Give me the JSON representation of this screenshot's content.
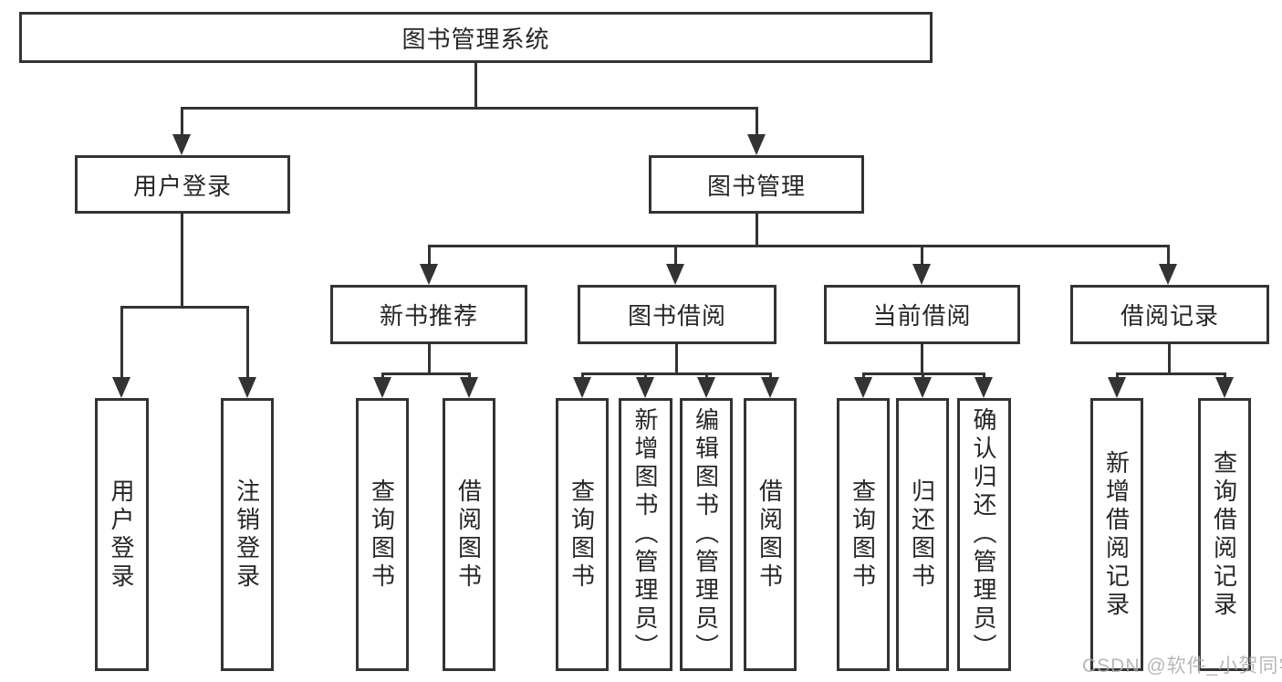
{
  "diagram": {
    "root": "图书管理系统",
    "user_login": "用户登录",
    "book_management": "图书管理",
    "login_children": [
      "用户登录",
      "注销登录"
    ],
    "management_children": [
      "新书推荐",
      "图书借阅",
      "当前借阅",
      "借阅记录"
    ],
    "new_book_children": [
      "查询图书",
      "借阅图书"
    ],
    "book_borrow_children": [
      "查询图书",
      "新增图书（管理员）",
      "编辑图书（管理员）",
      "借阅图书"
    ],
    "current_borrow_children": [
      "查询图书",
      "归还图书",
      "确认归还（管理员）"
    ],
    "borrow_record_children": [
      "新增借阅记录",
      "查询借阅记录"
    ]
  },
  "watermark": "CSDN @软件_小贺同学",
  "colors": {
    "line": "#333333",
    "box_border": "#333333",
    "text": "#262626",
    "watermark": "#aaaaaa",
    "background": "#ffffff"
  }
}
